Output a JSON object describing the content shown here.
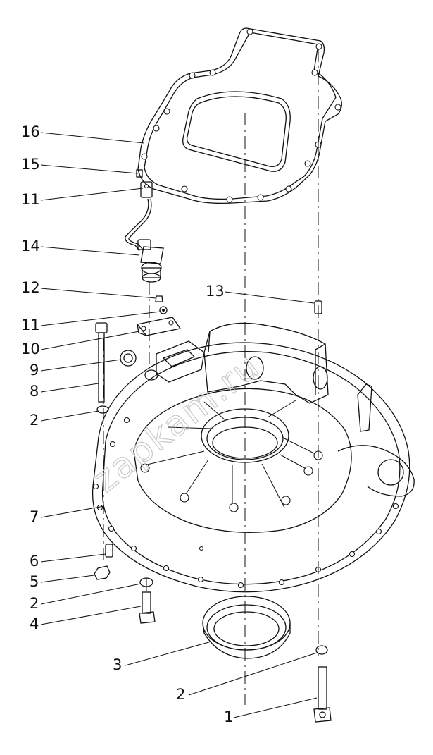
{
  "watermark": "zapkam.ru",
  "callouts": [
    {
      "id": "c16",
      "label": "16"
    },
    {
      "id": "c15",
      "label": "15"
    },
    {
      "id": "c11a",
      "label": "11"
    },
    {
      "id": "c14",
      "label": "14"
    },
    {
      "id": "c12",
      "label": "12"
    },
    {
      "id": "c13",
      "label": "13"
    },
    {
      "id": "c11b",
      "label": "11"
    },
    {
      "id": "c10",
      "label": "10"
    },
    {
      "id": "c9",
      "label": "9"
    },
    {
      "id": "c8",
      "label": "8"
    },
    {
      "id": "c2a",
      "label": "2"
    },
    {
      "id": "c7",
      "label": "7"
    },
    {
      "id": "c6",
      "label": "6"
    },
    {
      "id": "c5",
      "label": "5"
    },
    {
      "id": "c2b",
      "label": "2"
    },
    {
      "id": "c4",
      "label": "4"
    },
    {
      "id": "c3",
      "label": "3"
    },
    {
      "id": "c2c",
      "label": "2"
    },
    {
      "id": "c1",
      "label": "1"
    }
  ]
}
